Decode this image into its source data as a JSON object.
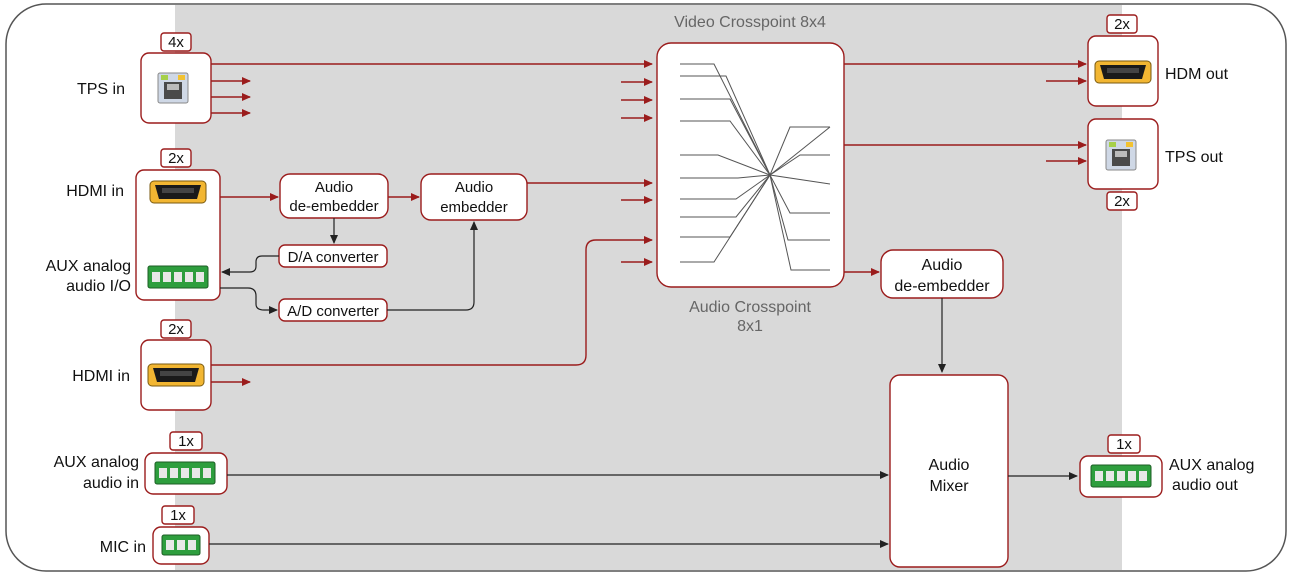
{
  "inputs": {
    "tps_in": {
      "label": "TPS in",
      "count": "4x"
    },
    "hdmi_in_1": {
      "label": "HDMI in",
      "count": "2x"
    },
    "aux_io": {
      "label_line1": "AUX analog",
      "label_line2": "audio I/O"
    },
    "hdmi_in_2": {
      "label": "HDMI in",
      "count": "2x"
    },
    "aux_in": {
      "label_line1": "AUX analog",
      "label_line2": "audio in",
      "count": "1x"
    },
    "mic_in": {
      "label": "MIC in",
      "count": "1x"
    }
  },
  "blocks": {
    "deembedder_in": {
      "line1": "Audio",
      "line2": "de-embedder"
    },
    "embedder": {
      "line1": "Audio",
      "line2": "embedder"
    },
    "da_converter": {
      "label": "D/A converter"
    },
    "ad_converter": {
      "label": "A/D converter"
    },
    "video_crosspoint": {
      "label": "Video Crosspoint  8x4"
    },
    "audio_crosspoint": {
      "line1": "Audio Crosspoint",
      "line2": "8x1"
    },
    "deembedder_out": {
      "line1": "Audio",
      "line2": "de-embedder"
    },
    "mixer": {
      "line1": "Audio",
      "line2": "Mixer"
    }
  },
  "outputs": {
    "hdmi_out": {
      "label": "HDM out",
      "count": "2x"
    },
    "tps_out": {
      "label": "TPS out",
      "count": "2x"
    },
    "aux_out": {
      "label_line1": "AUX analog",
      "label_line2": "audio out",
      "count": "1x"
    }
  },
  "colors": {
    "signal": "#9b1c1c",
    "background_panel": "#d9d9d9",
    "audio_path": "#222222",
    "terminal": "#2e9e3e"
  }
}
